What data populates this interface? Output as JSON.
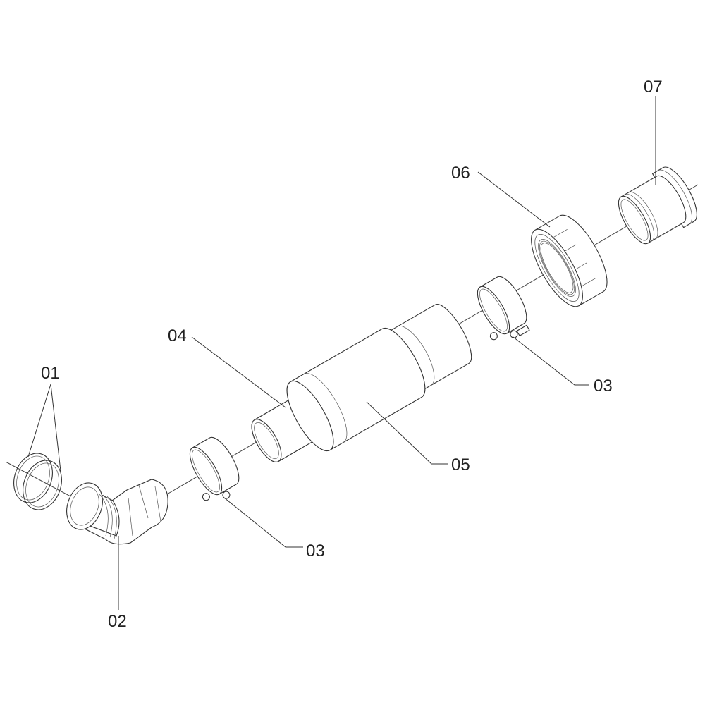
{
  "title": "Exploded parts diagram",
  "callouts": [
    {
      "id": "01",
      "part": "o-rings"
    },
    {
      "id": "02",
      "part": "elbow"
    },
    {
      "id": "03",
      "part": "hose-clamp-lower"
    },
    {
      "id": "04",
      "part": "inner-tube"
    },
    {
      "id": "05",
      "part": "hose-sleeve"
    },
    {
      "id": "06",
      "part": "union-nut"
    },
    {
      "id": "07",
      "part": "tail-piece"
    },
    {
      "id": "03",
      "part": "hose-clamp-upper"
    }
  ]
}
